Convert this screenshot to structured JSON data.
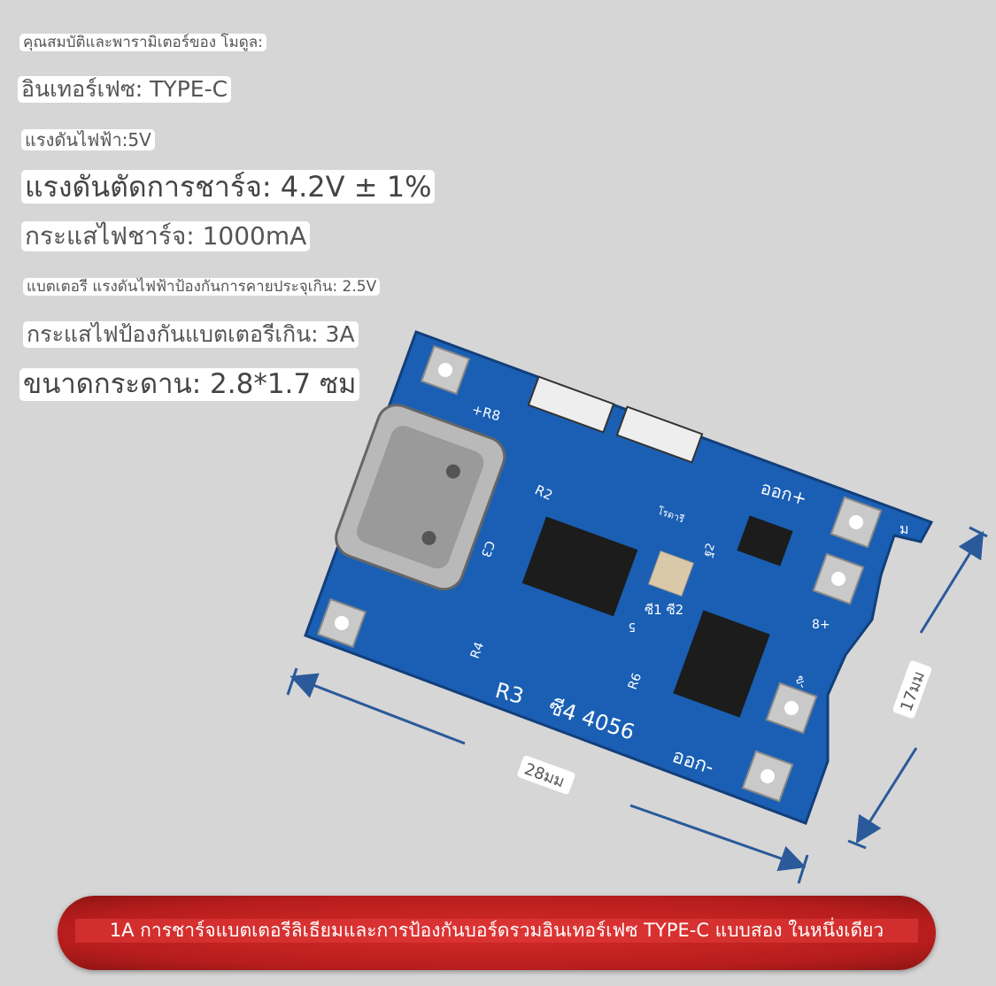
{
  "specs": {
    "heading": "คุณสมบัติและพารามิเตอร์ของ โมดูล:",
    "interface": "อินเทอร์เฟซ: TYPE-C",
    "voltage": "แรงดันไฟฟ้า:5V",
    "cutoff": "แรงดันตัดการชาร์จ: 4.2V ± 1%",
    "charge_current": "กระแสไฟชาร์จ: 1000mA",
    "overdischarge": "แบตเตอรี แรงดันไฟฟ้าป้องกันการคายประจุเกิน: 2.5V",
    "overcurrent": "กระแสไฟป้องกันแบตเตอรีเกิน: 3A",
    "board_size": "ขนาดกระดาน: 2.8*1.7 ซม"
  },
  "board": {
    "color": "#1a5fb4",
    "labels": {
      "r8": "+R8",
      "r2": "R2",
      "rotary": "โรดารี",
      "out_plus": "ออก+",
      "m": "ม",
      "c3": "C3",
      "c1c2": "ซี1 ซี2",
      "q2": "ฐ2",
      "b_plus": "8+",
      "r4": "R4",
      "r3": "R3",
      "c4": "ซี4 4056",
      "r6": "R6",
      "out_minus": "ออก-",
      "b_minus": "ข-",
      "five": "5"
    }
  },
  "dimensions": {
    "width": "28มม",
    "height": "17มม"
  },
  "banner": {
    "text": "1A การชาร์จแบตเตอรีลิเธียมและการป้องกันบอร์ดรวมอินเทอร์เฟซ TYPE-C แบบสอง ในหนึ่งเดียว",
    "color": "#c22020"
  }
}
